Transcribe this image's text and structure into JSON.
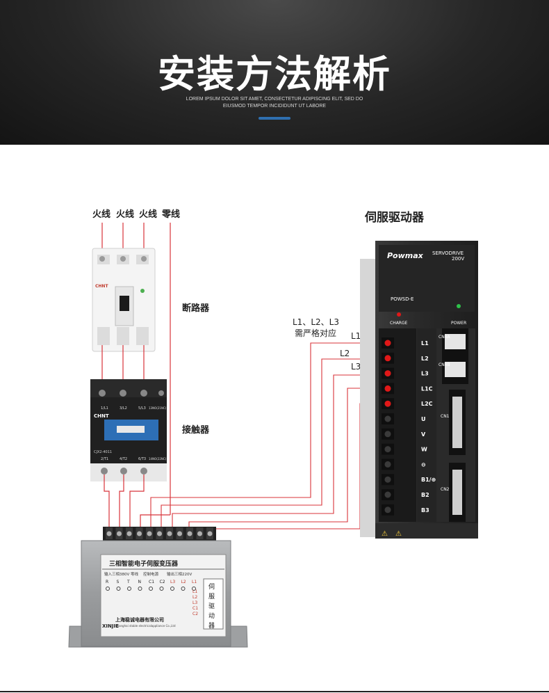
{
  "header": {
    "title": "安装方法解析",
    "subtitle_line1": "LOREM IPSUM DOLOR SIT AMET, CONSECTETUR ADIPISCING ELIT, SED DO",
    "subtitle_line2": "EIUSMOD TEMPOR INCIDIDUNT UT LABORE"
  },
  "wire_labels": [
    "火线",
    "火线",
    "火线",
    "零线"
  ],
  "component_labels": {
    "breaker": "断路器",
    "contactor": "接触器",
    "servo_drive": "伺服驱动器"
  },
  "note": {
    "line1": "L1、L2、L3",
    "line2": "需严格对应",
    "l1": "L1",
    "l2": "L2",
    "l3": "L3"
  },
  "breaker": {
    "brand": "CHNT"
  },
  "contactor": {
    "brand": "CHNT",
    "model": "CJX2-4011",
    "top_terminals": [
      "1/L1",
      "3/L2",
      "5/L3",
      "13NO(21NC)"
    ],
    "bottom_terminals": [
      "2/T1",
      "4/T2",
      "6/T3",
      "14NO(22NC)"
    ]
  },
  "drive": {
    "brand": "Powmax",
    "series_line1": "SERVODRIVE",
    "series_line2": "200V",
    "model": "POWSD-E",
    "charge": "CHARGE",
    "power": "POWER",
    "terminals": [
      "L1",
      "L2",
      "L3",
      "L1C",
      "L2C",
      "U",
      "V",
      "W",
      "⊖",
      "B1/⊕",
      "B2",
      "B3"
    ],
    "connectors": [
      "CN4A",
      "CN4B",
      "CN1",
      "CN2"
    ]
  },
  "transformer": {
    "title": "三相智能电子伺服变压器",
    "input_label": "输入三相380V",
    "neutral_label": "零线",
    "control_label": "控制电源",
    "output_label": "输出三相220V",
    "top_terminals": [
      "R",
      "S",
      "T",
      "N",
      "C1",
      "C2",
      "L3",
      "L2",
      "L1"
    ],
    "side_text": "伺服驱动器",
    "right_terminals": [
      "L1",
      "L2",
      "L3",
      "C1",
      "C2"
    ],
    "company": "上海稳诚电器有限公司",
    "company_en": "Shanghai stable electricalappliance Co.,Ltd",
    "brand_logo": "XINJIE"
  },
  "colors": {
    "header_bg": "#1e1e1e",
    "accent": "#2f6fb0",
    "wire_red": "#d8333a",
    "drive_body": "#2b2b2b",
    "led_red": "#e01818",
    "led_green": "#2ec24a"
  }
}
